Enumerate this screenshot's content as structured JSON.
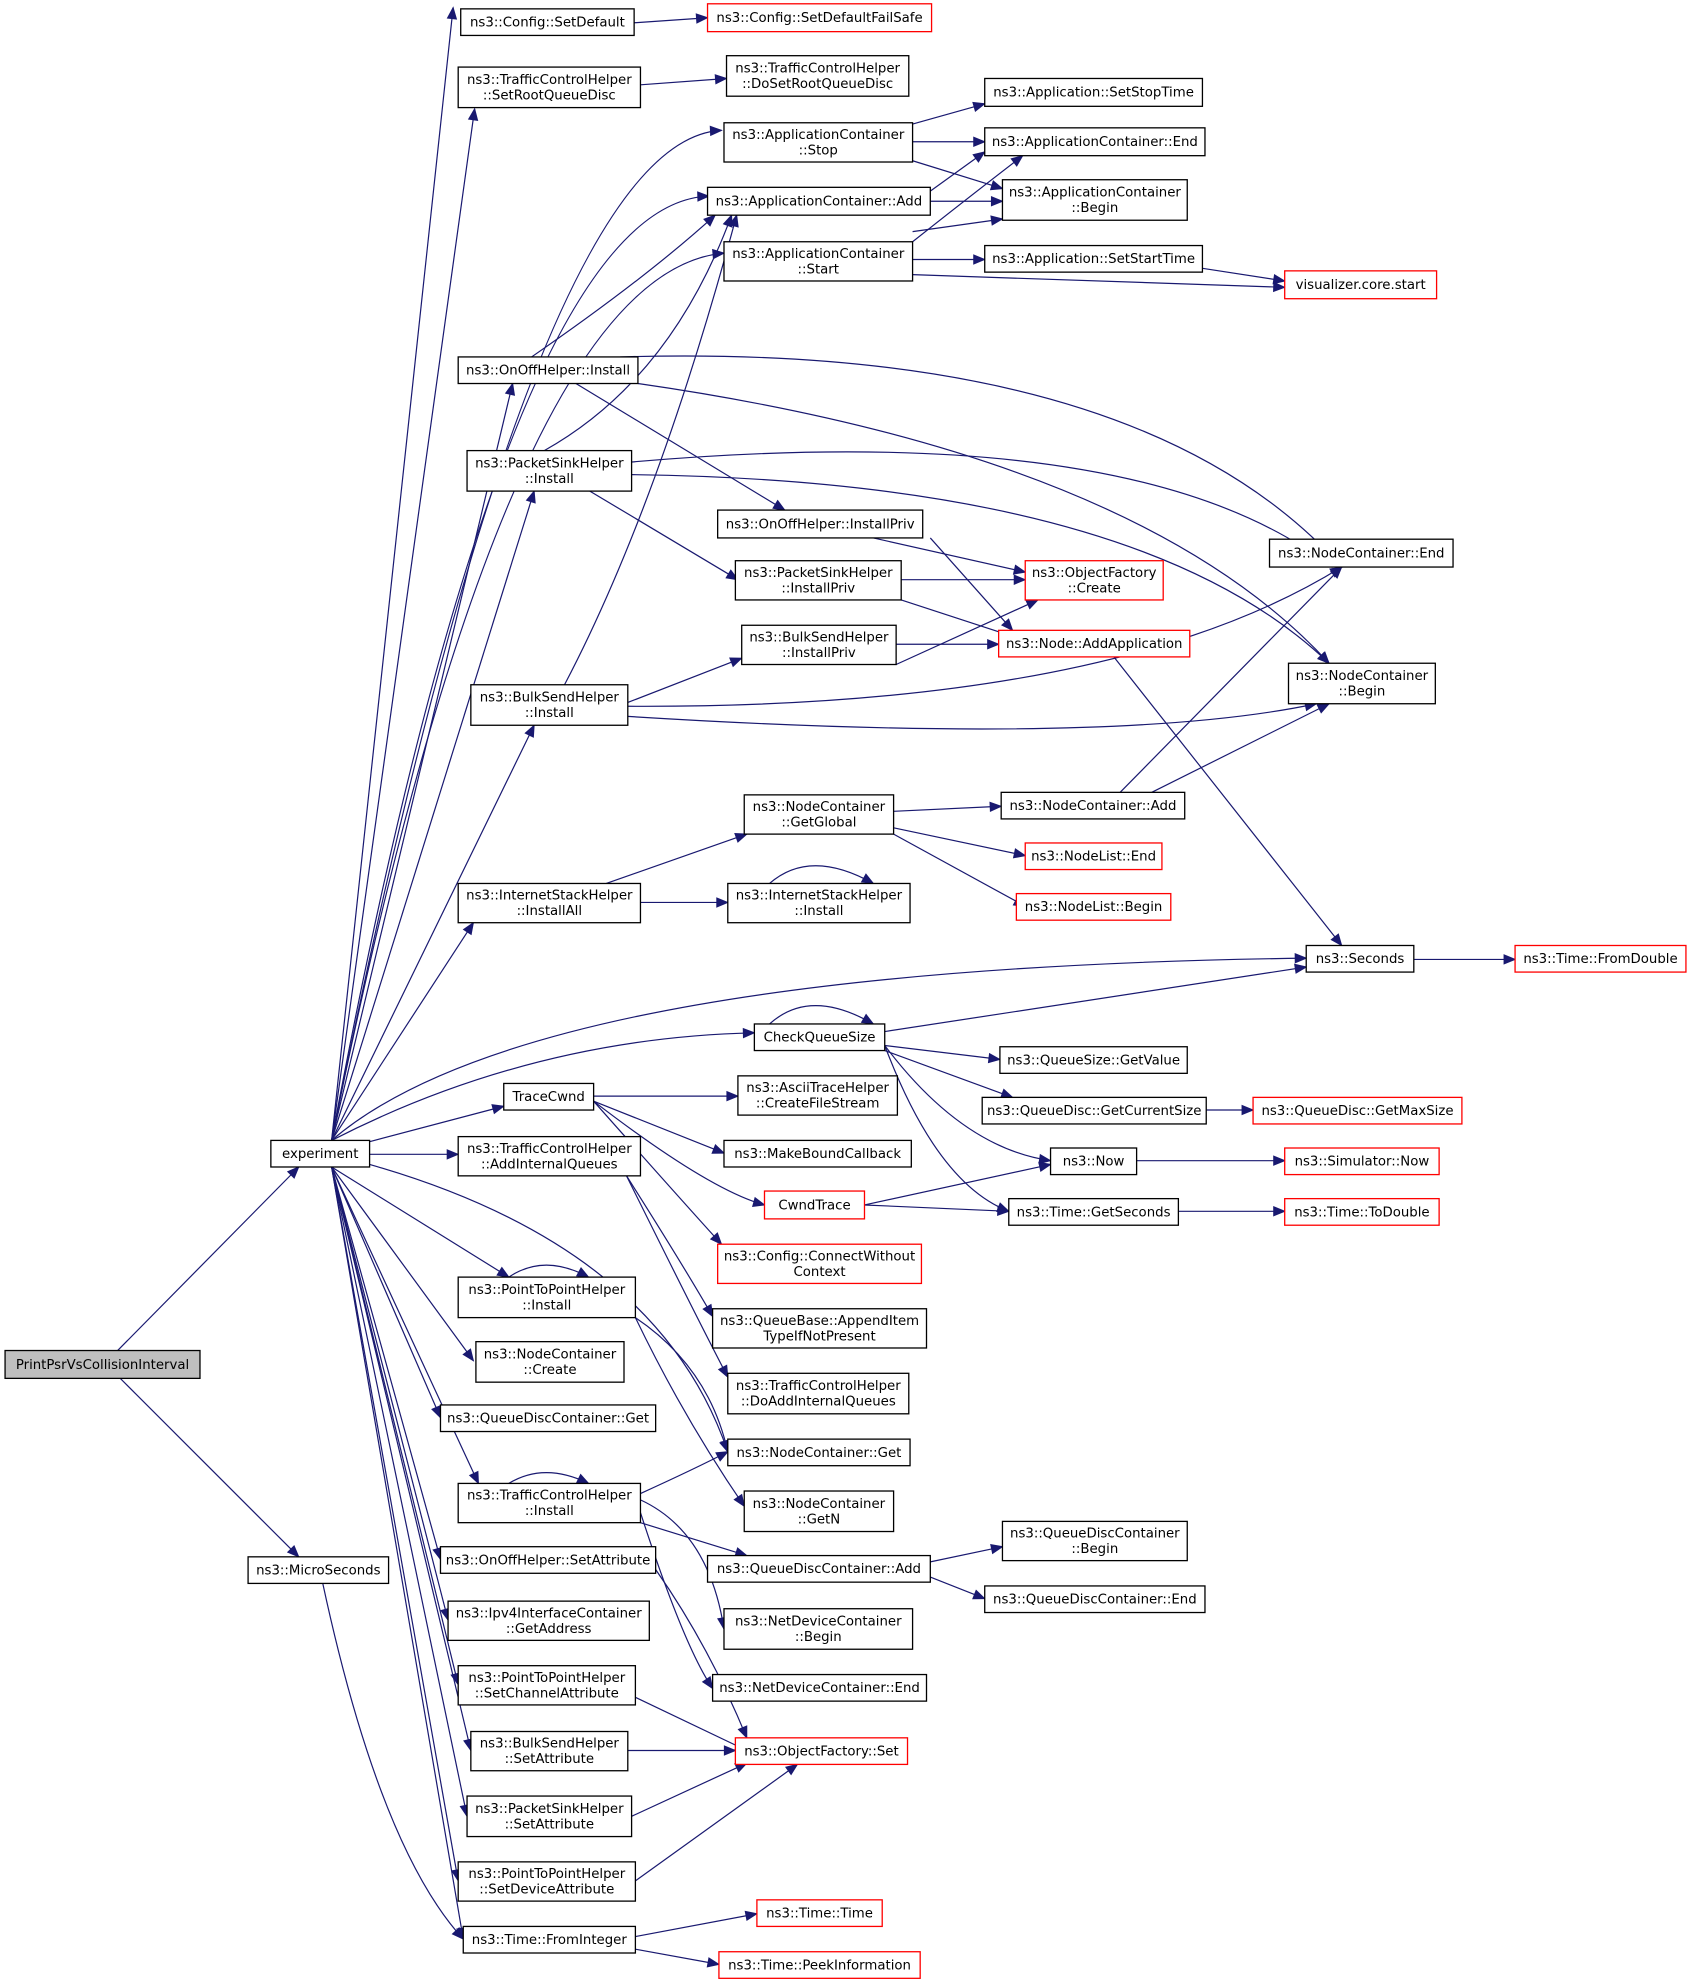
{
  "nodes": [
    {
      "id": "printpsr",
      "lines": [
        "PrintPsrVsCollisionInterval"
      ],
      "color": "root"
    },
    {
      "id": "experiment",
      "lines": [
        "experiment"
      ],
      "color": "black"
    },
    {
      "id": "microseconds",
      "lines": [
        "ns3::MicroSeconds"
      ],
      "color": "black"
    },
    {
      "id": "cfg_setdefault",
      "lines": [
        "ns3::Config::SetDefault"
      ],
      "color": "black"
    },
    {
      "id": "cfg_setdefaultfs",
      "lines": [
        "ns3::Config::SetDefaultFailSafe"
      ],
      "color": "red"
    },
    {
      "id": "tch_setroot",
      "lines": [
        "ns3::TrafficControlHelper",
        "::SetRootQueueDisc"
      ],
      "color": "black"
    },
    {
      "id": "tch_dosetroot",
      "lines": [
        "ns3::TrafficControlHelper",
        "::DoSetRootQueueDisc"
      ],
      "color": "black"
    },
    {
      "id": "app_setstop",
      "lines": [
        "ns3::Application::SetStopTime"
      ],
      "color": "black"
    },
    {
      "id": "ac_stop",
      "lines": [
        "ns3::ApplicationContainer",
        "::Stop"
      ],
      "color": "black"
    },
    {
      "id": "ac_end",
      "lines": [
        "ns3::ApplicationContainer::End"
      ],
      "color": "black"
    },
    {
      "id": "ac_add",
      "lines": [
        "ns3::ApplicationContainer::Add"
      ],
      "color": "black"
    },
    {
      "id": "ac_begin",
      "lines": [
        "ns3::ApplicationContainer",
        "::Begin"
      ],
      "color": "black"
    },
    {
      "id": "ac_start",
      "lines": [
        "ns3::ApplicationContainer",
        "::Start"
      ],
      "color": "black"
    },
    {
      "id": "app_setstart",
      "lines": [
        "ns3::Application::SetStartTime"
      ],
      "color": "black"
    },
    {
      "id": "viz_start",
      "lines": [
        "visualizer.core.start"
      ],
      "color": "red"
    },
    {
      "id": "onoff_install",
      "lines": [
        "ns3::OnOffHelper::Install"
      ],
      "color": "black"
    },
    {
      "id": "psh_install",
      "lines": [
        "ns3::PacketSinkHelper",
        "::Install"
      ],
      "color": "black"
    },
    {
      "id": "onoff_installpriv",
      "lines": [
        "ns3::OnOffHelper::InstallPriv"
      ],
      "color": "black"
    },
    {
      "id": "nc_end",
      "lines": [
        "ns3::NodeContainer::End"
      ],
      "color": "black"
    },
    {
      "id": "psh_installpriv",
      "lines": [
        "ns3::PacketSinkHelper",
        "::InstallPriv"
      ],
      "color": "black"
    },
    {
      "id": "of_create",
      "lines": [
        "ns3::ObjectFactory",
        "::Create"
      ],
      "color": "red"
    },
    {
      "id": "bsh_installpriv",
      "lines": [
        "ns3::BulkSendHelper",
        "::InstallPriv"
      ],
      "color": "black"
    },
    {
      "id": "node_addapp",
      "lines": [
        "ns3::Node::AddApplication"
      ],
      "color": "red"
    },
    {
      "id": "bsh_install",
      "lines": [
        "ns3::BulkSendHelper",
        "::Install"
      ],
      "color": "black"
    },
    {
      "id": "nc_begin",
      "lines": [
        "ns3::NodeContainer",
        "::Begin"
      ],
      "color": "black"
    },
    {
      "id": "nc_getglobal",
      "lines": [
        "ns3::NodeContainer",
        "::GetGlobal"
      ],
      "color": "black"
    },
    {
      "id": "nc_add",
      "lines": [
        "ns3::NodeContainer::Add"
      ],
      "color": "black"
    },
    {
      "id": "nl_end",
      "lines": [
        "ns3::NodeList::End"
      ],
      "color": "red"
    },
    {
      "id": "ish_installall",
      "lines": [
        "ns3::InternetStackHelper",
        "::InstallAll"
      ],
      "color": "black"
    },
    {
      "id": "ish_install",
      "lines": [
        "ns3::InternetStackHelper",
        "::Install"
      ],
      "color": "black"
    },
    {
      "id": "nl_begin",
      "lines": [
        "ns3::NodeList::Begin"
      ],
      "color": "red"
    },
    {
      "id": "seconds",
      "lines": [
        "ns3::Seconds"
      ],
      "color": "black"
    },
    {
      "id": "time_fromdouble",
      "lines": [
        "ns3::Time::FromDouble"
      ],
      "color": "red"
    },
    {
      "id": "checkqueuesize",
      "lines": [
        "CheckQueueSize"
      ],
      "color": "black"
    },
    {
      "id": "qs_getvalue",
      "lines": [
        "ns3::QueueSize::GetValue"
      ],
      "color": "black"
    },
    {
      "id": "tracecwnd",
      "lines": [
        "TraceCwnd"
      ],
      "color": "black"
    },
    {
      "id": "ath_createfs",
      "lines": [
        "ns3::AsciiTraceHelper",
        "::CreateFileStream"
      ],
      "color": "black"
    },
    {
      "id": "qd_getcurrent",
      "lines": [
        "ns3::QueueDisc::GetCurrentSize"
      ],
      "color": "black"
    },
    {
      "id": "qd_getmax",
      "lines": [
        "ns3::QueueDisc::GetMaxSize"
      ],
      "color": "red"
    },
    {
      "id": "tch_addinternal",
      "lines": [
        "ns3::TrafficControlHelper",
        "::AddInternalQueues"
      ],
      "color": "black"
    },
    {
      "id": "makebound",
      "lines": [
        "ns3::MakeBoundCallback"
      ],
      "color": "black"
    },
    {
      "id": "now",
      "lines": [
        "ns3::Now"
      ],
      "color": "black"
    },
    {
      "id": "sim_now",
      "lines": [
        "ns3::Simulator::Now"
      ],
      "color": "red"
    },
    {
      "id": "cwndtrace",
      "lines": [
        "CwndTrace"
      ],
      "color": "red"
    },
    {
      "id": "time_getseconds",
      "lines": [
        "ns3::Time::GetSeconds"
      ],
      "color": "black"
    },
    {
      "id": "time_todouble",
      "lines": [
        "ns3::Time::ToDouble"
      ],
      "color": "red"
    },
    {
      "id": "cfg_connectwo",
      "lines": [
        "ns3::Config::ConnectWithout",
        "Context"
      ],
      "color": "red"
    },
    {
      "id": "p2p_install",
      "lines": [
        "ns3::PointToPointHelper",
        "::Install"
      ],
      "color": "black"
    },
    {
      "id": "qb_append",
      "lines": [
        "ns3::QueueBase::AppendItem",
        "TypeIfNotPresent"
      ],
      "color": "black"
    },
    {
      "id": "nc_create",
      "lines": [
        "ns3::NodeContainer",
        "::Create"
      ],
      "color": "black"
    },
    {
      "id": "tch_doaddinternal",
      "lines": [
        "ns3::TrafficControlHelper",
        "::DoAddInternalQueues"
      ],
      "color": "black"
    },
    {
      "id": "qdc_get",
      "lines": [
        "ns3::QueueDiscContainer::Get"
      ],
      "color": "black"
    },
    {
      "id": "nc_get",
      "lines": [
        "ns3::NodeContainer::Get"
      ],
      "color": "black"
    },
    {
      "id": "tch_install",
      "lines": [
        "ns3::TrafficControlHelper",
        "::Install"
      ],
      "color": "black"
    },
    {
      "id": "nc_getn",
      "lines": [
        "ns3::NodeContainer",
        "::GetN"
      ],
      "color": "black"
    },
    {
      "id": "qdc_begin",
      "lines": [
        "ns3::QueueDiscContainer",
        "::Begin"
      ],
      "color": "black"
    },
    {
      "id": "onoff_setattr",
      "lines": [
        "ns3::OnOffHelper::SetAttribute"
      ],
      "color": "black"
    },
    {
      "id": "qdc_add",
      "lines": [
        "ns3::QueueDiscContainer::Add"
      ],
      "color": "black"
    },
    {
      "id": "qdc_end",
      "lines": [
        "ns3::QueueDiscContainer::End"
      ],
      "color": "black"
    },
    {
      "id": "ipv4ic_getaddr",
      "lines": [
        "ns3::Ipv4InterfaceContainer",
        "::GetAddress"
      ],
      "color": "black"
    },
    {
      "id": "ndc_begin",
      "lines": [
        "ns3::NetDeviceContainer",
        "::Begin"
      ],
      "color": "black"
    },
    {
      "id": "ndc_end",
      "lines": [
        "ns3::NetDeviceContainer::End"
      ],
      "color": "black"
    },
    {
      "id": "p2p_setchannel",
      "lines": [
        "ns3::PointToPointHelper",
        "::SetChannelAttribute"
      ],
      "color": "black"
    },
    {
      "id": "bsh_setattr",
      "lines": [
        "ns3::BulkSendHelper",
        "::SetAttribute"
      ],
      "color": "black"
    },
    {
      "id": "of_set",
      "lines": [
        "ns3::ObjectFactory::Set"
      ],
      "color": "red"
    },
    {
      "id": "psh_setattr",
      "lines": [
        "ns3::PacketSinkHelper",
        "::SetAttribute"
      ],
      "color": "black"
    },
    {
      "id": "p2p_setdevice",
      "lines": [
        "ns3::PointToPointHelper",
        "::SetDeviceAttribute"
      ],
      "color": "black"
    },
    {
      "id": "time_time",
      "lines": [
        "ns3::Time::Time"
      ],
      "color": "red"
    },
    {
      "id": "time_frominteger",
      "lines": [
        "ns3::Time::FromInteger"
      ],
      "color": "black"
    },
    {
      "id": "time_peekinfo",
      "lines": [
        "ns3::Time::PeekInformation"
      ],
      "color": "red"
    }
  ],
  "edges": [
    [
      "printpsr",
      "experiment"
    ],
    [
      "printpsr",
      "microseconds"
    ],
    [
      "experiment",
      "cfg_setdefault"
    ],
    [
      "experiment",
      "tch_setroot"
    ],
    [
      "experiment",
      "ac_stop"
    ],
    [
      "experiment",
      "ac_add"
    ],
    [
      "experiment",
      "ac_start"
    ],
    [
      "experiment",
      "onoff_install"
    ],
    [
      "experiment",
      "psh_install"
    ],
    [
      "experiment",
      "bsh_install"
    ],
    [
      "experiment",
      "ish_installall"
    ],
    [
      "experiment",
      "seconds"
    ],
    [
      "experiment",
      "checkqueuesize"
    ],
    [
      "experiment",
      "tracecwnd"
    ],
    [
      "experiment",
      "tch_addinternal"
    ],
    [
      "experiment",
      "p2p_install"
    ],
    [
      "experiment",
      "nc_create"
    ],
    [
      "experiment",
      "qdc_get"
    ],
    [
      "experiment",
      "nc_get"
    ],
    [
      "experiment",
      "tch_install"
    ],
    [
      "experiment",
      "onoff_setattr"
    ],
    [
      "experiment",
      "ipv4ic_getaddr"
    ],
    [
      "experiment",
      "p2p_setchannel"
    ],
    [
      "experiment",
      "bsh_setattr"
    ],
    [
      "experiment",
      "psh_setattr"
    ],
    [
      "experiment",
      "p2p_setdevice"
    ],
    [
      "experiment",
      "time_frominteger"
    ],
    [
      "microseconds",
      "time_frominteger"
    ],
    [
      "cfg_setdefault",
      "cfg_setdefaultfs"
    ],
    [
      "tch_setroot",
      "tch_dosetroot"
    ],
    [
      "ac_stop",
      "app_setstop"
    ],
    [
      "ac_stop",
      "ac_end"
    ],
    [
      "ac_stop",
      "ac_begin"
    ],
    [
      "ac_add",
      "ac_end"
    ],
    [
      "ac_add",
      "ac_begin"
    ],
    [
      "ac_start",
      "ac_end"
    ],
    [
      "ac_start",
      "ac_begin"
    ],
    [
      "ac_start",
      "app_setstart"
    ],
    [
      "ac_start",
      "viz_start"
    ],
    [
      "app_setstart",
      "viz_start"
    ],
    [
      "onoff_install",
      "ac_add"
    ],
    [
      "onoff_install",
      "onoff_installpriv"
    ],
    [
      "onoff_install",
      "nc_end"
    ],
    [
      "onoff_install",
      "nc_begin"
    ],
    [
      "psh_install",
      "ac_add"
    ],
    [
      "psh_install",
      "psh_installpriv"
    ],
    [
      "psh_install",
      "nc_end"
    ],
    [
      "psh_install",
      "nc_begin"
    ],
    [
      "bsh_install",
      "ac_add"
    ],
    [
      "bsh_install",
      "bsh_installpriv"
    ],
    [
      "bsh_install",
      "nc_end"
    ],
    [
      "bsh_install",
      "nc_begin"
    ],
    [
      "onoff_installpriv",
      "of_create"
    ],
    [
      "onoff_installpriv",
      "node_addapp"
    ],
    [
      "psh_installpriv",
      "of_create"
    ],
    [
      "psh_installpriv",
      "node_addapp"
    ],
    [
      "bsh_installpriv",
      "of_create"
    ],
    [
      "bsh_installpriv",
      "node_addapp"
    ],
    [
      "node_addapp",
      "seconds"
    ],
    [
      "ish_installall",
      "nc_getglobal"
    ],
    [
      "ish_installall",
      "ish_install"
    ],
    [
      "ish_install",
      "ish_install"
    ],
    [
      "nc_getglobal",
      "nc_add"
    ],
    [
      "nc_getglobal",
      "nl_end"
    ],
    [
      "nc_getglobal",
      "nl_begin"
    ],
    [
      "nc_add",
      "nc_end"
    ],
    [
      "nc_add",
      "nc_begin"
    ],
    [
      "seconds",
      "time_fromdouble"
    ],
    [
      "checkqueuesize",
      "checkqueuesize"
    ],
    [
      "checkqueuesize",
      "seconds"
    ],
    [
      "checkqueuesize",
      "qs_getvalue"
    ],
    [
      "checkqueuesize",
      "qd_getcurrent"
    ],
    [
      "checkqueuesize",
      "now"
    ],
    [
      "checkqueuesize",
      "time_getseconds"
    ],
    [
      "qd_getcurrent",
      "qd_getmax"
    ],
    [
      "tracecwnd",
      "ath_createfs"
    ],
    [
      "tracecwnd",
      "makebound"
    ],
    [
      "tracecwnd",
      "cwndtrace"
    ],
    [
      "tracecwnd",
      "cfg_connectwo"
    ],
    [
      "cwndtrace",
      "now"
    ],
    [
      "cwndtrace",
      "time_getseconds"
    ],
    [
      "now",
      "sim_now"
    ],
    [
      "time_getseconds",
      "time_todouble"
    ],
    [
      "tch_addinternal",
      "qb_append"
    ],
    [
      "tch_addinternal",
      "tch_doaddinternal"
    ],
    [
      "p2p_install",
      "p2p_install"
    ],
    [
      "p2p_install",
      "nc_get"
    ],
    [
      "p2p_install",
      "nc_getn"
    ],
    [
      "tch_install",
      "tch_install"
    ],
    [
      "tch_install",
      "nc_get"
    ],
    [
      "tch_install",
      "qdc_add"
    ],
    [
      "tch_install",
      "ndc_begin"
    ],
    [
      "tch_install",
      "ndc_end"
    ],
    [
      "qdc_add",
      "qdc_begin"
    ],
    [
      "qdc_add",
      "qdc_end"
    ],
    [
      "onoff_setattr",
      "of_set"
    ],
    [
      "p2p_setchannel",
      "of_set"
    ],
    [
      "bsh_setattr",
      "of_set"
    ],
    [
      "psh_setattr",
      "of_set"
    ],
    [
      "p2p_setdevice",
      "of_set"
    ],
    [
      "time_frominteger",
      "time_time"
    ],
    [
      "time_frominteger",
      "time_peekinfo"
    ]
  ]
}
